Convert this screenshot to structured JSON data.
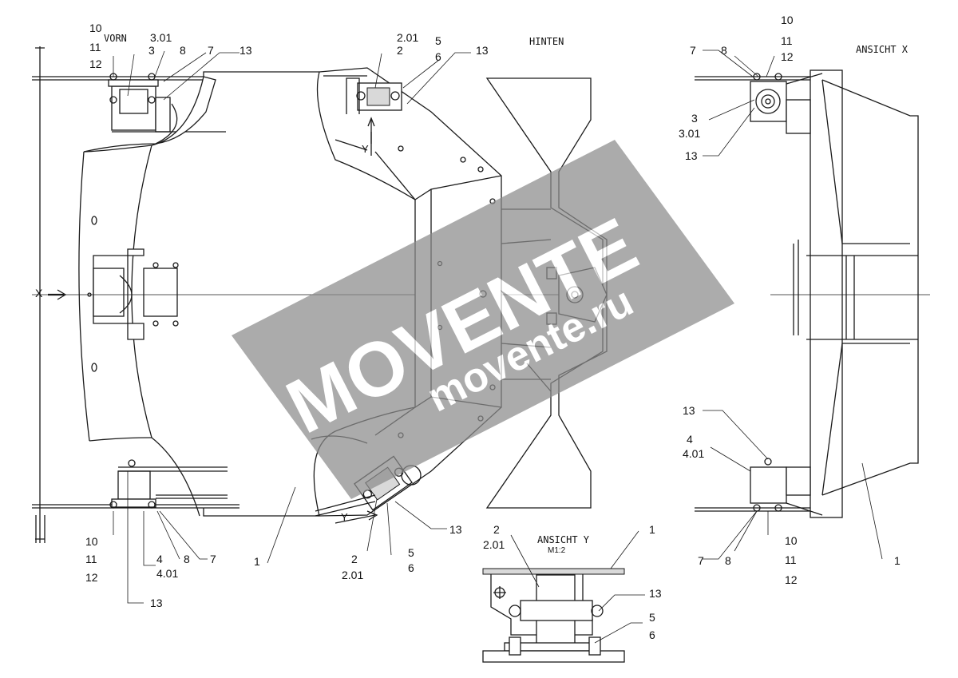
{
  "views": {
    "front": "VORN",
    "rear": "HINTEN",
    "view_x": "ANSICHT  X",
    "view_y": "ANSICHT  Y",
    "view_y_scale": "M1:2",
    "x_marker": "X",
    "y_marker_top": "Y",
    "y_marker_bottom": "Y"
  },
  "labels": {
    "tl_10": "10",
    "tl_11": "11",
    "tl_12": "12",
    "tl_3": "3",
    "tl_301": "3.01",
    "tl_8": "8",
    "tl_7": "7",
    "tl_13": "13",
    "tc_201": "2.01",
    "tc_2": "2",
    "tc_5": "5",
    "tc_6": "6",
    "tc_13": "13",
    "bl_10": "10",
    "bl_11": "11",
    "bl_12": "12",
    "bl_4": "4",
    "bl_401": "4.01",
    "bl_8": "8",
    "bl_7": "7",
    "bl_13": "13",
    "bl_1": "1",
    "bc_2": "2",
    "bc_201": "2.01",
    "bc_5": "5",
    "bc_6": "6",
    "bc_13": "13",
    "rx_10": "10",
    "rx_11": "11",
    "rx_12": "12",
    "rx_7": "7",
    "rx_8": "8",
    "rx_3": "3",
    "rx_301": "3.01",
    "rx_13": "13",
    "rx_b13": "13",
    "rx_b4": "4",
    "rx_b401": "4.01",
    "rx_b10": "10",
    "rx_b11": "11",
    "rx_b12": "12",
    "rx_b7": "7",
    "rx_b8": "8",
    "rx_1": "1",
    "y_2": "2",
    "y_201": "2.01",
    "y_1": "1",
    "y_13": "13",
    "y_5": "5",
    "y_6": "6"
  },
  "watermark": {
    "brand": "MOVENTE",
    "url": "movente.ru"
  },
  "colors": {
    "line": "#1a1a1a",
    "watermark": "#8c8c8c"
  }
}
